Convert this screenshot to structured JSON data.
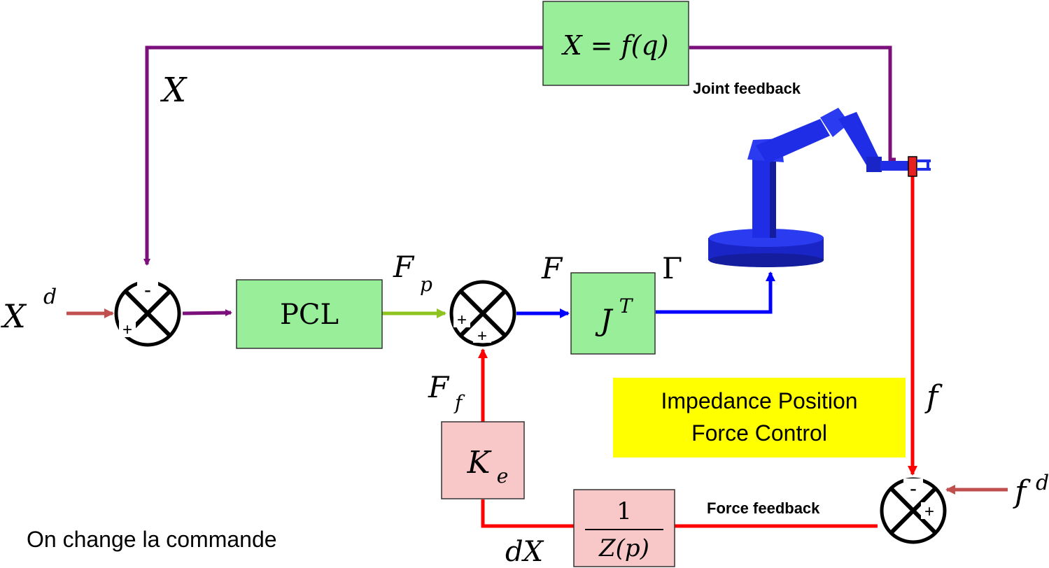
{
  "labels": {
    "x_feedback": "X",
    "x_desired_base": "X",
    "x_desired_sup": "d",
    "fp_base": "F",
    "fp_sub": "p",
    "f_total": "F",
    "gamma": "Γ",
    "ff_base": "F",
    "ff_sub": "f",
    "f_measured": "f",
    "fd_base": "f",
    "fd_sup": "d",
    "dx": "dX"
  },
  "blocks": {
    "kinematics": "X = f(q)",
    "pcl": "PCL",
    "jt_base": "J",
    "jt_sup": "T",
    "ke_base": "K",
    "ke_sub": "e",
    "impedance_num": "1",
    "impedance_den": "Z(p)"
  },
  "annotations": {
    "joint_feedback": "Joint feedback",
    "force_feedback": "Force feedback",
    "callout_line1": "Impedance Position",
    "callout_line2": "Force Control",
    "footer": "On change la commande"
  },
  "signs": {
    "sum1_top": "-",
    "sum1_left": "+",
    "sum2_left": "+",
    "sum2_bottom": "+",
    "sum3_top": "-",
    "sum3_right": "+"
  },
  "colors": {
    "position_loop": "#7b0f7b",
    "force_loop": "#ff0000",
    "torque_signal": "#0000ff",
    "pcl_output": "#8fc31f",
    "reference_input": "#c0504d",
    "block_green": "#99ee99",
    "block_pink": "#f8c8c8",
    "callout_yellow": "#ffff00",
    "robot": "#1f2ee6"
  }
}
